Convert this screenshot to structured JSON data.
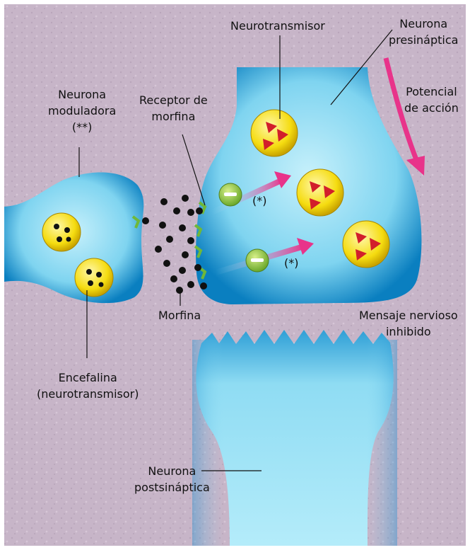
{
  "labels": {
    "neurotransmisor": "Neurotransmisor",
    "neurona_pre_1": "Neurona",
    "neurona_pre_2": "presináptica",
    "potencial_1": "Potencial",
    "potencial_2": "de acción",
    "moduladora_1": "Neurona",
    "moduladora_2": "moduladora",
    "moduladora_3": "(**)",
    "receptor_1": "Receptor de",
    "receptor_2": "morfina",
    "marker_1": "(*)",
    "marker_2": "(*)",
    "morfina": "Morfina",
    "mensaje_1": "Mensaje nervioso",
    "mensaje_2": "inhibido",
    "encefalina_1": "Encefalina",
    "encefalina_2": "(neurotransmisor)",
    "post_1": "Neurona",
    "post_2": "postsináptica"
  },
  "colors": {
    "background": "#c9b6c9",
    "neuron_light": "#a9e6f7",
    "neuron_dark": "#0a7fc0",
    "vesicle": "#f7e11a",
    "neurotransmitter": "#d21e2b",
    "arrow": "#e8338a",
    "inhibitor": "#8cc63e"
  }
}
